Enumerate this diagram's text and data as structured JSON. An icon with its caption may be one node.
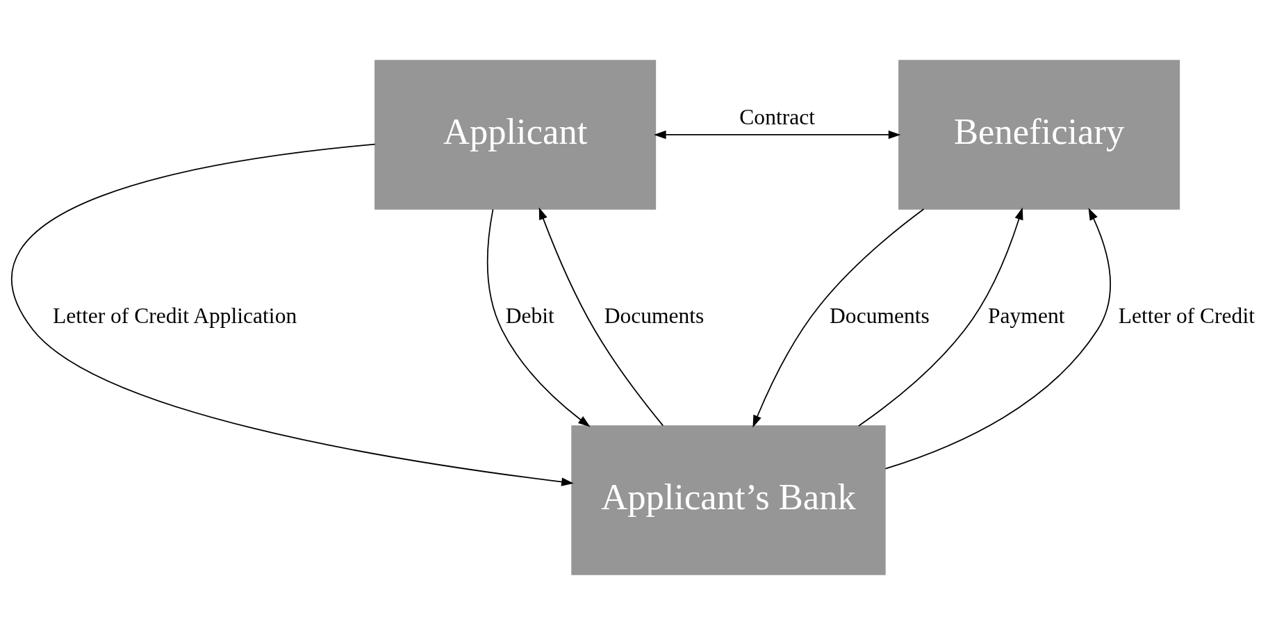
{
  "diagram": {
    "nodes": [
      {
        "text": [
          "Applicant"
        ]
      },
      {
        "text": [
          "Beneficiary"
        ]
      },
      {
        "text": [
          "Applicant’s Bank"
        ]
      }
    ],
    "edges": [
      {
        "from": 0,
        "to": 1,
        "arrow": "both",
        "label": "Contract"
      },
      {
        "from": 0,
        "to": 2,
        "arrow": "to",
        "label": "Letter of Credit Application"
      },
      {
        "from": 2,
        "to": 0,
        "arrow": "to",
        "label": "Documents"
      },
      {
        "from": 0,
        "to": 2,
        "arrow": "to",
        "label": "Debit"
      },
      {
        "from": 2,
        "to": 1,
        "arrow": "to",
        "label": "Payment"
      },
      {
        "from": 1,
        "to": 2,
        "arrow": "to",
        "label": "Documents"
      },
      {
        "from": 2,
        "to": 1,
        "arrow": "to",
        "label": "Letter of Credit"
      }
    ]
  }
}
